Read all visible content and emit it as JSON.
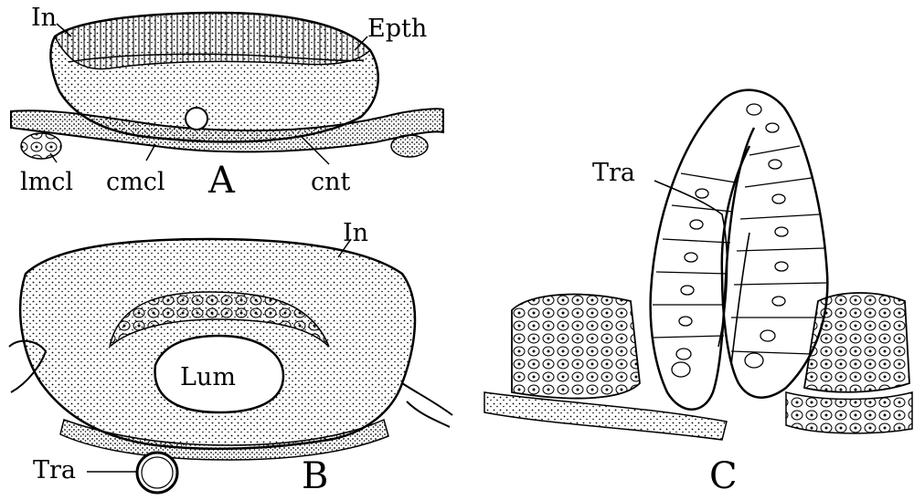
{
  "panel_a": {
    "letter": "A",
    "labels": {
      "in": "In",
      "epth": "Epth",
      "lmcl": "lmcl",
      "cmcl": "cmcl",
      "cnt": "cnt"
    }
  },
  "panel_b": {
    "letter": "B",
    "labels": {
      "in": "In",
      "lum": "Lum",
      "tra": "Tra"
    }
  },
  "panel_c": {
    "letter": "C",
    "labels": {
      "tra": "Tra"
    }
  },
  "colors": {
    "ink": "#000000",
    "paper": "#ffffff"
  }
}
